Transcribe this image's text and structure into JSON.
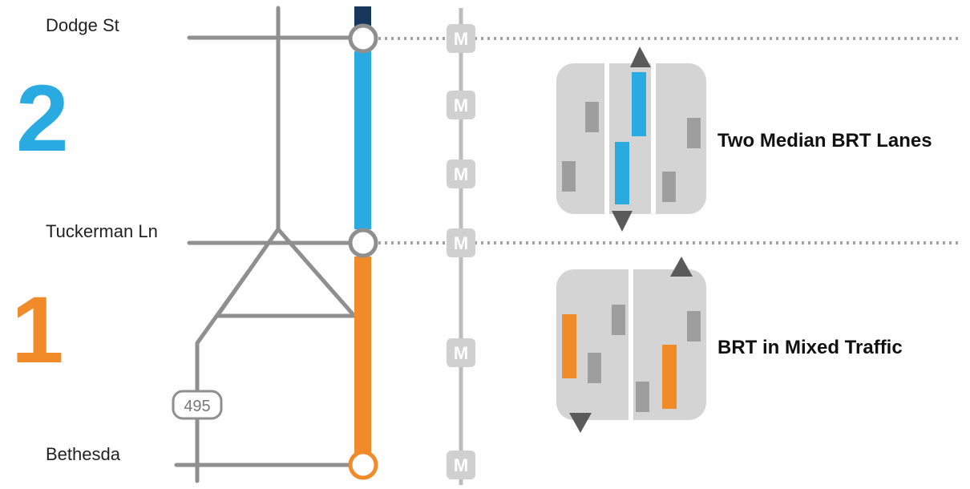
{
  "stops": [
    {
      "id": "dodge",
      "label": "Dodge St"
    },
    {
      "id": "tuckerman",
      "label": "Tuckerman Ln"
    },
    {
      "id": "bethesda",
      "label": "Bethesda"
    }
  ],
  "segments": [
    {
      "number": "2",
      "color": "#29abe2",
      "panel_label": "Two Median BRT Lanes"
    },
    {
      "number": "1",
      "color": "#f18b2a",
      "panel_label": "BRT in Mixed Traffic"
    }
  ],
  "route_shield": "495",
  "metro_letter": "M",
  "colors": {
    "road": "#8f8f8f",
    "metro": "#bdbdbd",
    "metro_badge": "#d0d0d0",
    "panel_bg": "#d4d4d4",
    "vehicle": "#9e9e9e",
    "arrow": "#5a5a5a",
    "navy_segment": "#16365c",
    "dotted": "#a0a0a0"
  }
}
